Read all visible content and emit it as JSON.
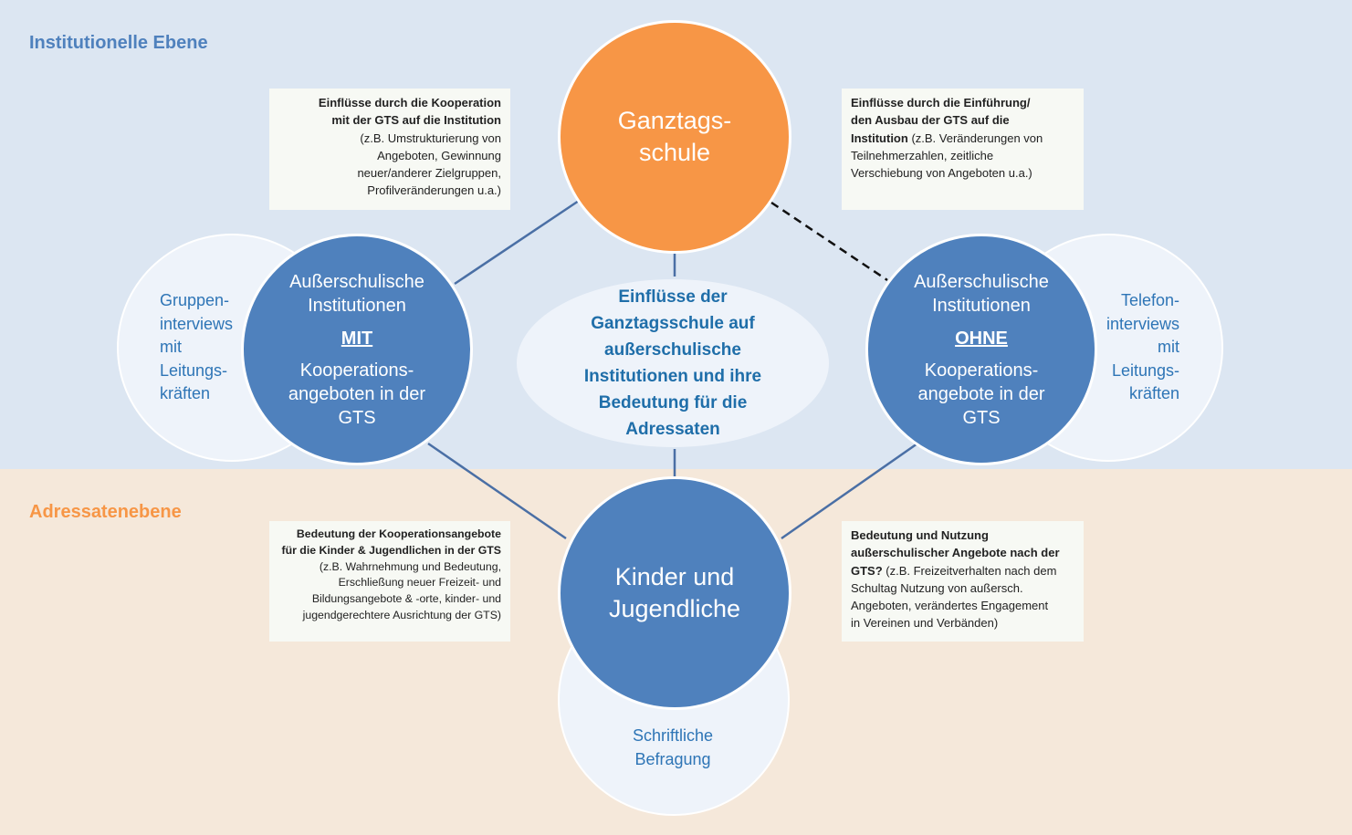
{
  "levels": {
    "institutional": "Institutionelle Ebene",
    "addressee": "Adressatenebene"
  },
  "center": {
    "text": "Einflüsse der Ganztagsschule auf außerschulische Institutionen und ihre Bedeutung für die Adressaten"
  },
  "school": {
    "title_line1": "Ganztags-",
    "title_line2": "schule"
  },
  "youth": {
    "title_line1": "Kinder und",
    "title_line2": "Jugendliche"
  },
  "inst_with": {
    "line1": "Außerschulische",
    "line2": "Institutionen",
    "key": "MIT",
    "line3": "Kooperations-",
    "line4": "angeboten in der",
    "line5": "GTS"
  },
  "inst_without": {
    "line1": "Außerschulische",
    "line2": "Institutionen",
    "key": "OHNE",
    "line3": "Kooperations-",
    "line4": "angebote in der",
    "line5": "GTS"
  },
  "methods": {
    "group": [
      "Gruppen-",
      "interviews",
      "mit",
      "Leitungs-",
      "kräften"
    ],
    "phone": [
      "Telefon-",
      "interviews",
      "mit",
      "Leitungs-",
      "kräften"
    ],
    "written": [
      "Schriftliche",
      "Befragung"
    ]
  },
  "notes": {
    "top_left": {
      "bold": [
        "Einflüsse durch die Kooperation",
        "mit der GTS auf die Institution"
      ],
      "text": [
        "(z.B. Umstrukturierung  von",
        "Angeboten, Gewinnung",
        "neuer/anderer Zielgruppen,",
        "Profilveränderungen u.a.)"
      ]
    },
    "top_right": {
      "bold": [
        "Einflüsse durch die Einführung/",
        "den Ausbau der GTS auf die",
        "Institution"
      ],
      "text_inline": " (z.B. Veränderungen von",
      "text": [
        "Teilnehmerzahlen, zeitliche",
        "Verschiebung von Angeboten u.a.)"
      ]
    },
    "bottom_left": {
      "bold": [
        "Bedeutung der Kooperationsangebote",
        "für die Kinder & Jugendlichen in der GTS"
      ],
      "text": [
        "(z.B. Wahrnehmung und Bedeutung,",
        "Erschließung neuer Freizeit- und",
        "Bildungsangebote & -orte, kinder- und",
        "jugendgerechtere Ausrichtung der GTS)"
      ]
    },
    "bottom_right": {
      "bold": [
        "Bedeutung und Nutzung",
        "außerschulischer Angebote nach der",
        "GTS?"
      ],
      "text_inline": " (z.B. Freizeitverhalten nach dem",
      "text": [
        "Schultag Nutzung  von außersch.",
        "Angeboten,  verändertes Engagement",
        "in Vereinen und Verbänden)"
      ]
    }
  },
  "colors": {
    "top_band": "#dce6f2",
    "bottom_band": "#f5e8da",
    "blue": "#4f81bd",
    "orange": "#f79646",
    "pale_circle": "#eef3fa"
  }
}
